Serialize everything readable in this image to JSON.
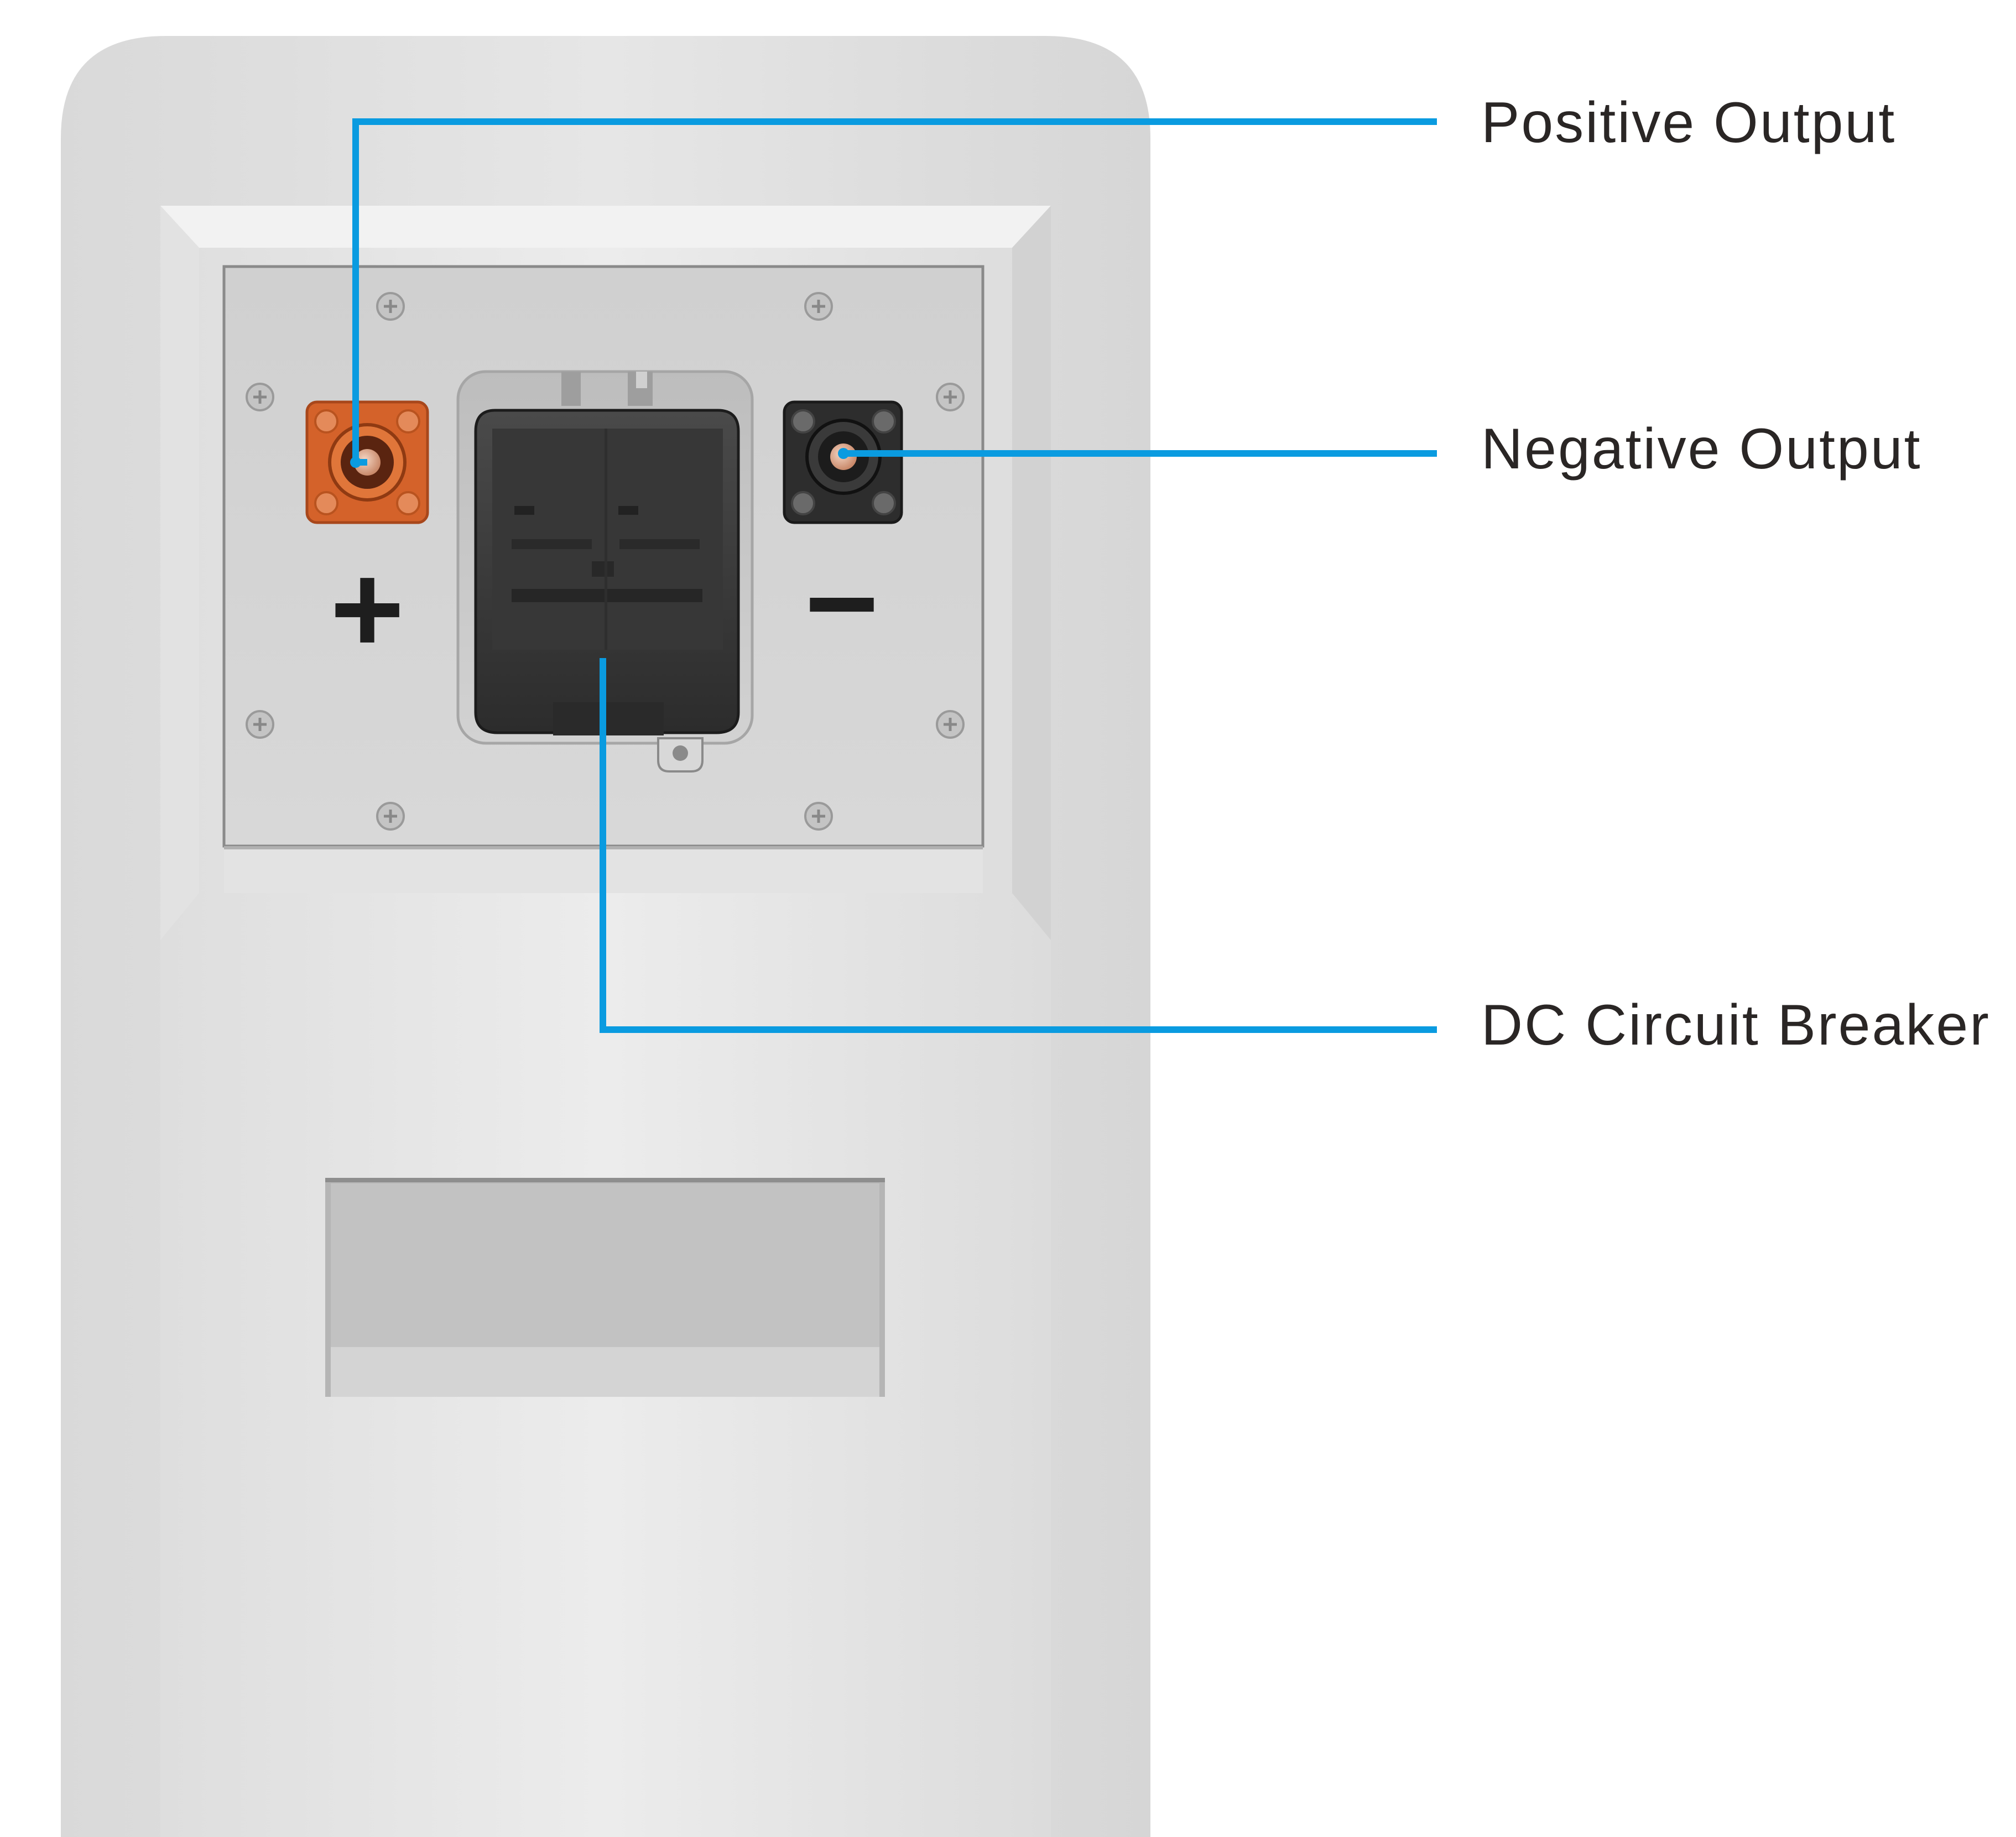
{
  "callouts": {
    "positive_output": "Positive Output",
    "negative_output": "Negative Output",
    "dc_circuit_breaker": "DC Circuit Breaker"
  },
  "panel": {
    "plus_symbol": "+",
    "minus_symbol": "−"
  },
  "colors": {
    "callout_line": "#0a9be0",
    "positive_connector": "#d4622a",
    "negative_connector": "#2d2d2d",
    "breaker_body": "#3a3a3a",
    "cabinet": "#dcdcdc",
    "plate": "#d4d4d4",
    "label_text": "#2a2625"
  },
  "icons": {
    "positive_terminal": "orange-square-connector-icon",
    "negative_terminal": "black-square-connector-icon",
    "breaker": "circuit-breaker-icon"
  }
}
